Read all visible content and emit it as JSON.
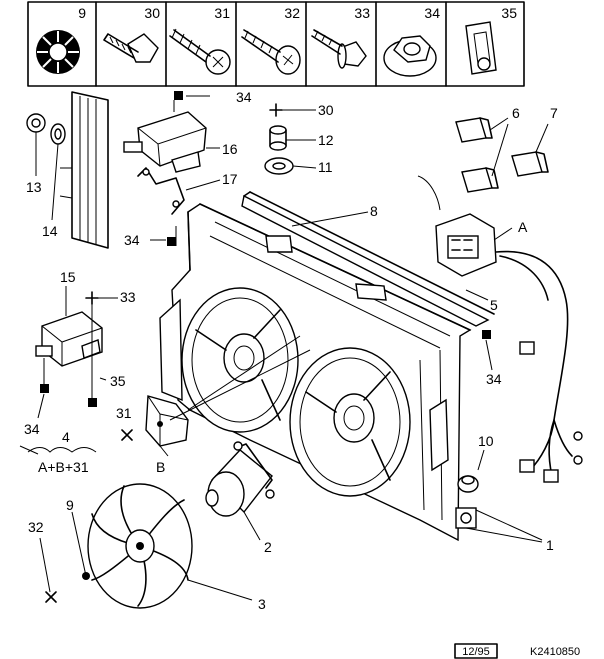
{
  "header_row": {
    "cells": [
      {
        "number": "9",
        "icon": "serrated-washer-icon"
      },
      {
        "number": "30",
        "icon": "hex-bolt-icon"
      },
      {
        "number": "31",
        "icon": "self-tapping-screw-icon"
      },
      {
        "number": "32",
        "icon": "countersunk-screw-icon"
      },
      {
        "number": "33",
        "icon": "flange-screw-icon"
      },
      {
        "number": "34",
        "icon": "flange-nut-icon"
      },
      {
        "number": "35",
        "icon": "clip-nut-icon"
      }
    ]
  },
  "callouts": {
    "c1": "1",
    "c2": "2",
    "c3": "3",
    "c4": "4",
    "c4_sub": "A+B+31",
    "c5": "5",
    "c6": "6",
    "c7": "7",
    "c8": "8",
    "c9": "9",
    "c10": "10",
    "c11": "11",
    "c12": "12",
    "c13": "13",
    "c14": "14",
    "c15": "15",
    "c16": "16",
    "c17": "17",
    "c30": "30",
    "c31": "31",
    "c32": "32",
    "c33": "33",
    "c34_top": "34",
    "c34_mid": "34",
    "c34_left": "34",
    "c34_right": "34",
    "c35": "35",
    "cA": "A",
    "cB": "B"
  },
  "footer": {
    "page": "12/95",
    "reference": "K2410850"
  },
  "colors": {
    "ink": "#000000",
    "paper": "#ffffff"
  }
}
